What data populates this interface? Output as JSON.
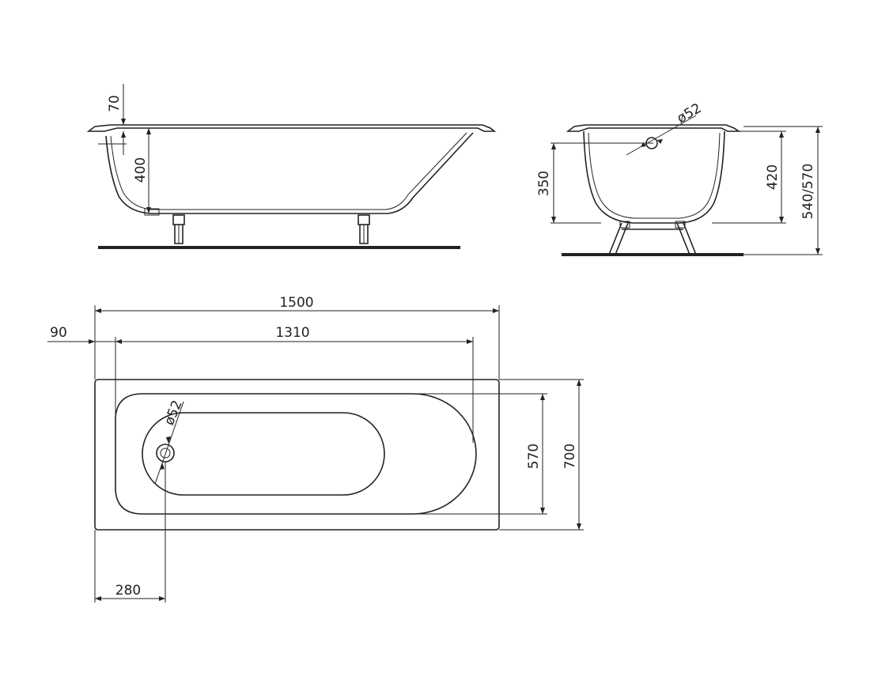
{
  "dimensions": {
    "side_rim_height": "70",
    "side_depth": "400",
    "diameter_end": "ø52",
    "end_depth": "350",
    "end_inner_height": "420",
    "end_total_height": "540/570",
    "overall_length": "1500",
    "inner_length": "1310",
    "rim_offset": "90",
    "inner_width": "570",
    "overall_width": "700",
    "drain_offset": "280",
    "diameter_plan": "ø52"
  }
}
